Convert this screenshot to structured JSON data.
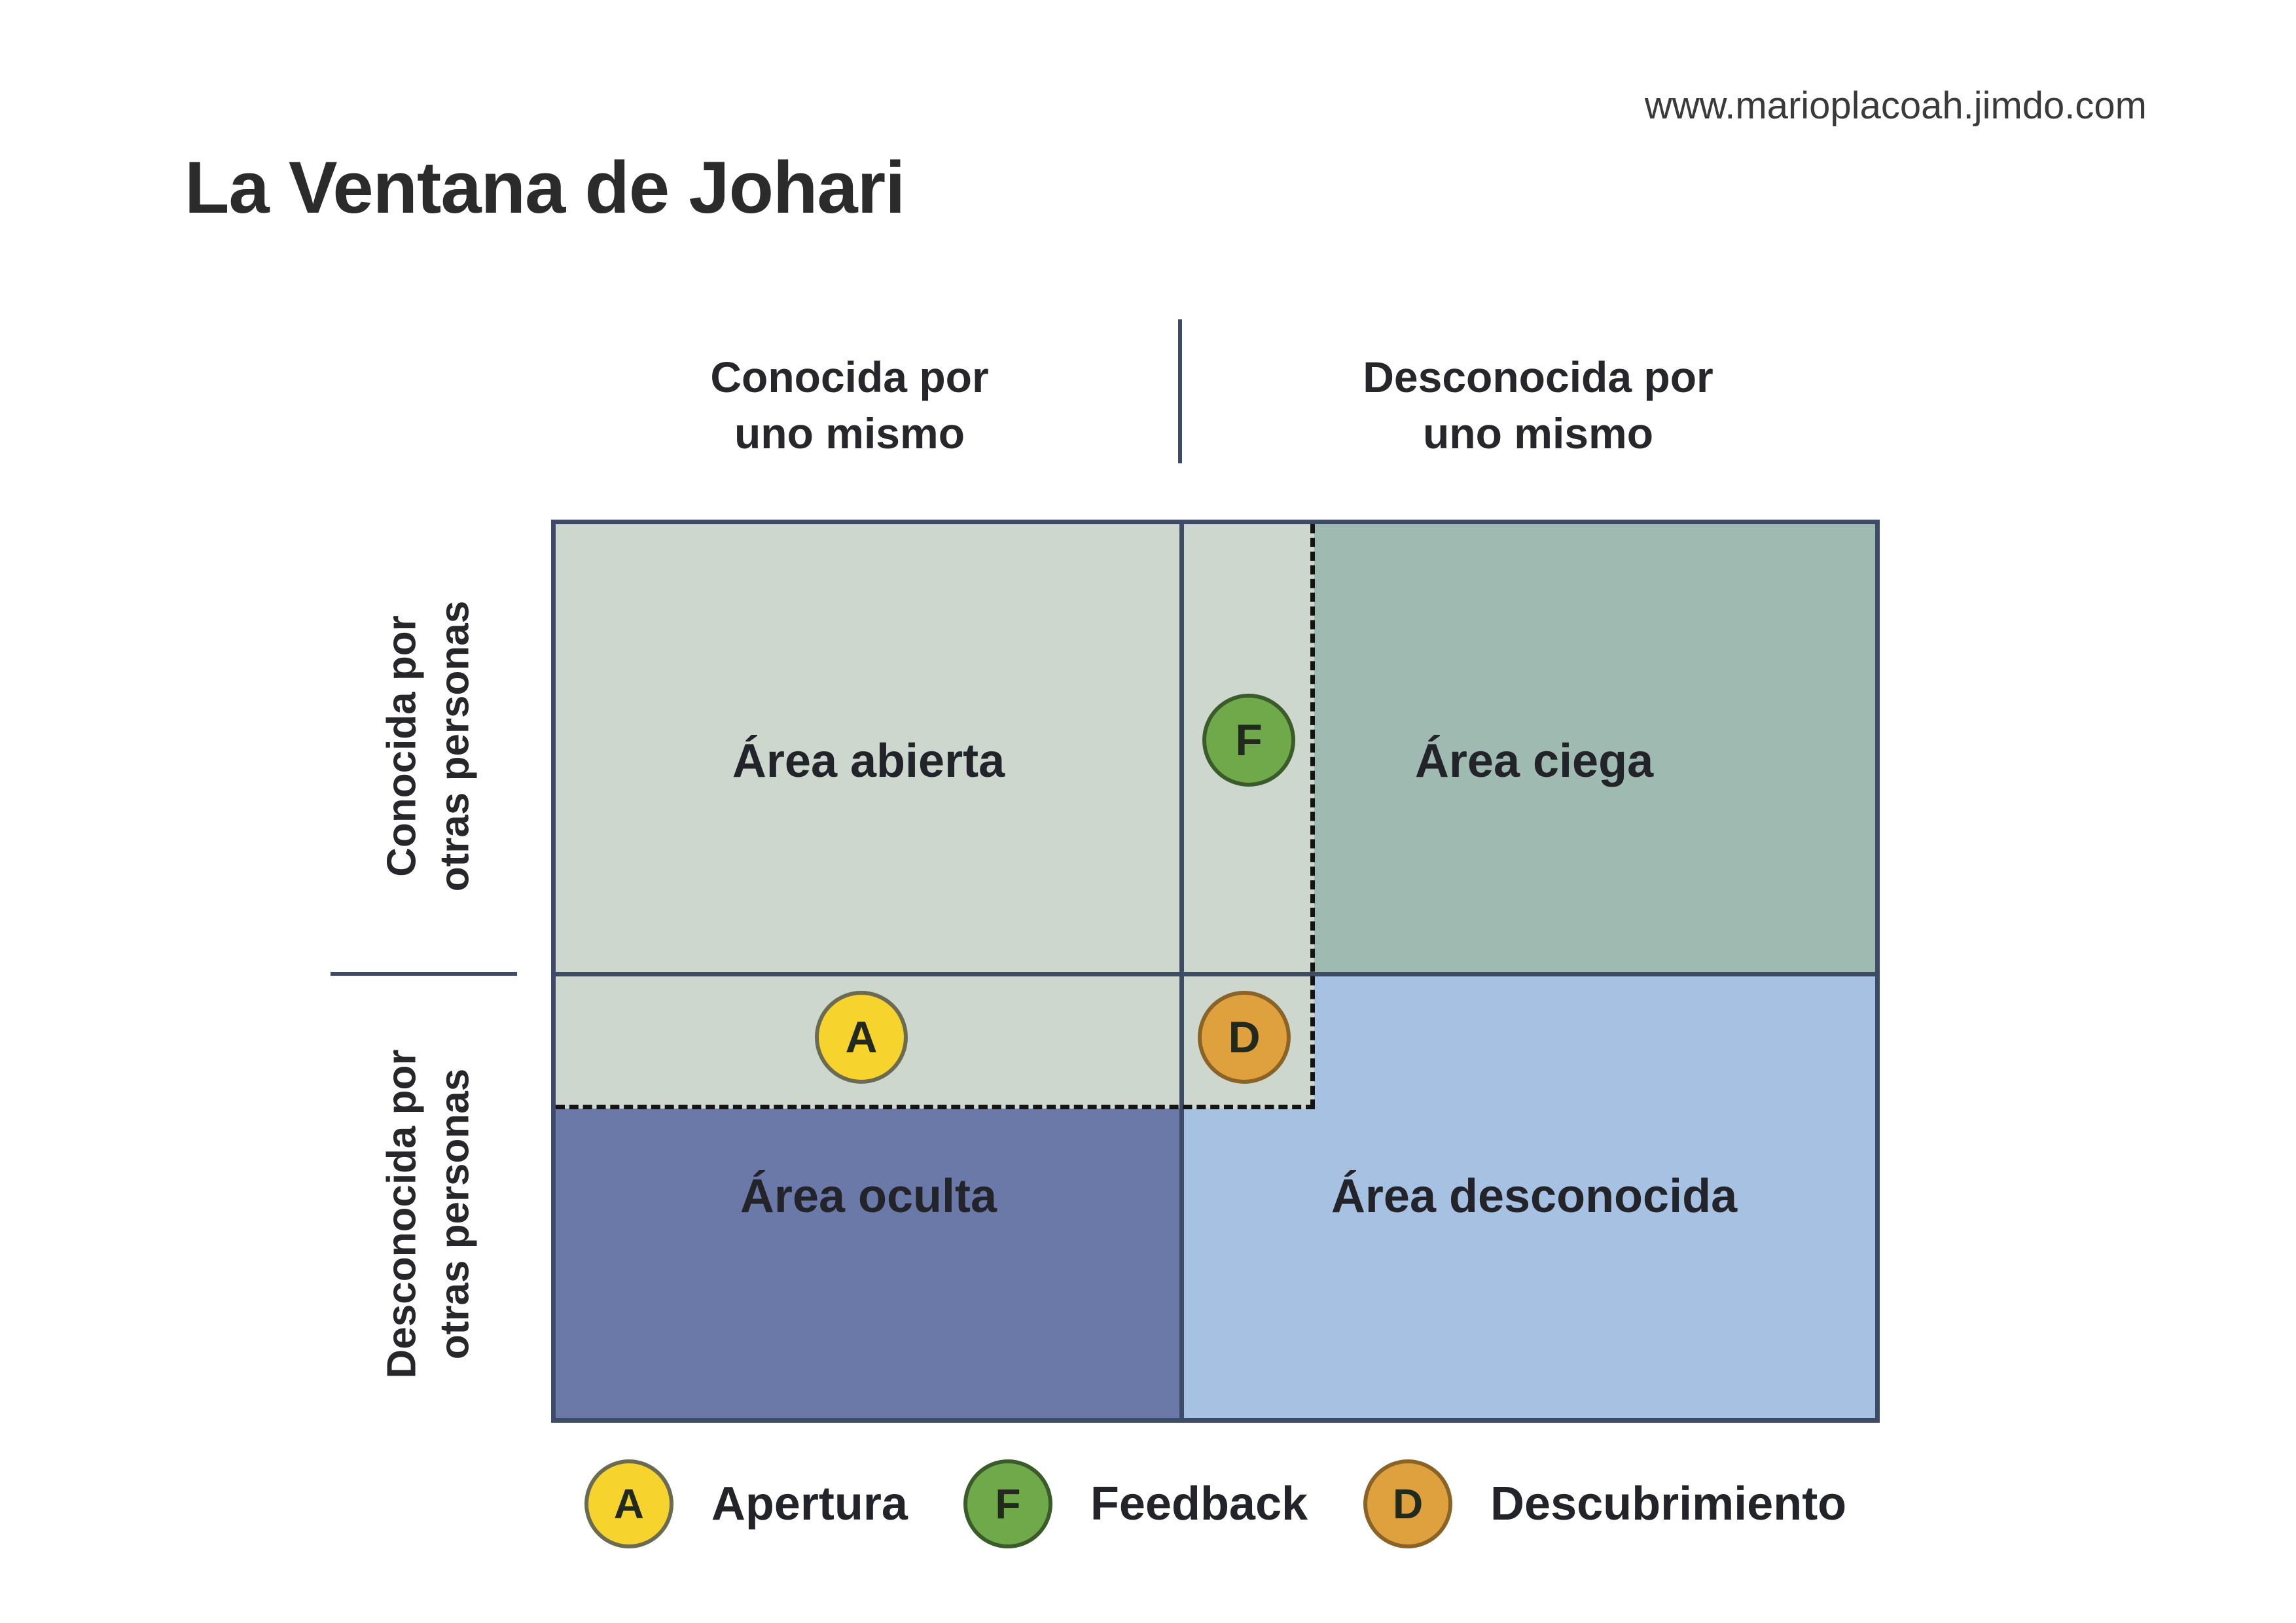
{
  "page": {
    "title": "La Ventana de Johari",
    "url": "www.marioplacoah.jimdo.com"
  },
  "axes": {
    "col_left": "Conocida por\nuno mismo",
    "col_right": "Desconocida por\nuno mismo",
    "row_top": "Conocida por\notras personas",
    "row_bottom": "Desconocida por\notras personas"
  },
  "quadrants": {
    "open": {
      "label": "Área abierta",
      "color": "#cdd7cd"
    },
    "blind": {
      "label": "Área ciega",
      "color": "#9fbab0"
    },
    "hidden": {
      "label": "Área oculta",
      "color": "#6b79a8"
    },
    "unknown": {
      "label": "Área desconocida",
      "color": "#a7c1e2"
    }
  },
  "markers": {
    "A": {
      "letter": "A",
      "color": "#f7d32e",
      "ring": "#6b6b52"
    },
    "F": {
      "letter": "F",
      "color": "#6fa94a",
      "ring": "#3a5c2a"
    },
    "D": {
      "letter": "D",
      "color": "#dfa03e",
      "ring": "#8a6426"
    }
  },
  "legend": [
    {
      "letter": "A",
      "label": "Apertura",
      "color": "#f7d32e",
      "ring": "#6b6b52"
    },
    {
      "letter": "F",
      "label": "Feedback",
      "color": "#6fa94a",
      "ring": "#3a5c2a"
    },
    {
      "letter": "D",
      "label": "Descubrimiento",
      "color": "#dfa03e",
      "ring": "#8a6426"
    }
  ],
  "style": {
    "line_color": "#3d4b66",
    "dash_color": "#141414",
    "text_color": "#2b2b2e",
    "background": "#ffffff"
  }
}
